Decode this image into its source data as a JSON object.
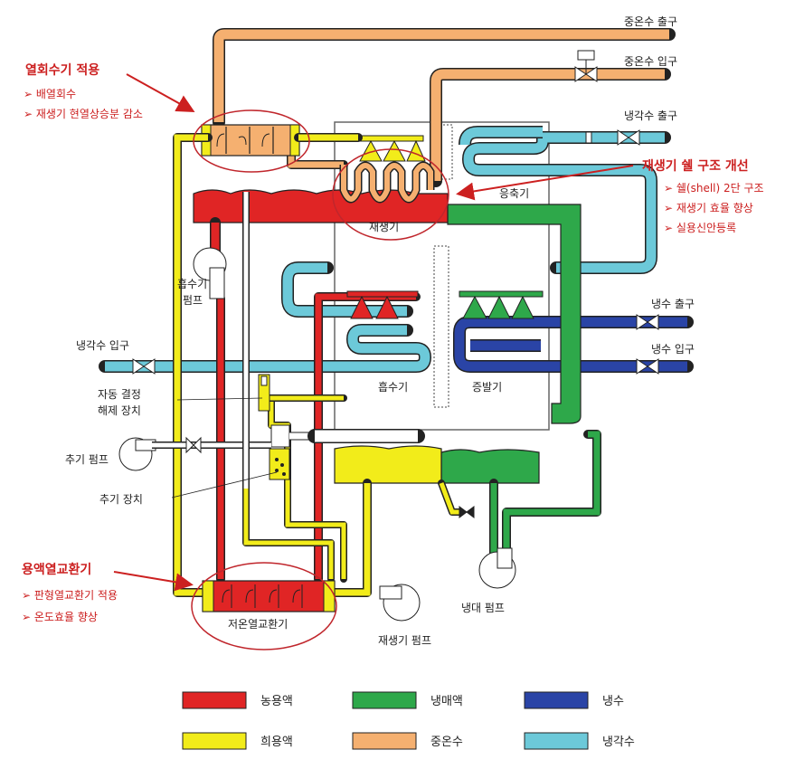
{
  "colors": {
    "concentrated": "#e02525",
    "refrigerant": "#2ea84a",
    "chilled": "#2a44a6",
    "dilute": "#f2ec1a",
    "hot_water": "#f5b070",
    "cooling": "#6cc9d9",
    "annotation": "#cc2020"
  },
  "labels": {
    "hot_water_out": "중온수 출구",
    "hot_water_in": "중온수 입구",
    "cooling_out": "냉각수 출구",
    "cooling_in": "냉각수 입구",
    "chilled_out": "냉수 출구",
    "chilled_in": "냉수 입구",
    "condenser": "응축기",
    "generator": "재생기",
    "absorber": "흡수기",
    "evaporator": "증발기",
    "absorbent_pump": "흡수기\n펌프",
    "auto_decrystal": "자동 결정\n해제 장치",
    "purge_pump": "추기 펌프",
    "purge_device": "추기 장치",
    "refrigerant_pump": "냉대 펌프",
    "generator_pump": "재생기 펌프",
    "low_temp_hx": "저온열교환기"
  },
  "annotations": {
    "heat_recovery": {
      "title": "열회수기 적용",
      "items": [
        "➢ 배열회수",
        "➢ 재생기 현열상승분 감소"
      ]
    },
    "generator_shell": {
      "title": "재생기 쉘 구조 개선",
      "items": [
        "➢ 쉘(shell) 2단 구조",
        "➢ 재생기 효율 향상",
        "➢ 실용신안등록"
      ]
    },
    "solution_hx": {
      "title": "용액열교환기",
      "items": [
        "➢ 판형열교환기 적용",
        "➢ 온도효율 향상"
      ]
    }
  },
  "legend": [
    {
      "label": "농용액",
      "color": "#e02525"
    },
    {
      "label": "냉매액",
      "color": "#2ea84a"
    },
    {
      "label": "냉수",
      "color": "#2a44a6"
    },
    {
      "label": "희용액",
      "color": "#f2ec1a"
    },
    {
      "label": "중온수",
      "color": "#f5b070"
    },
    {
      "label": "냉각수",
      "color": "#6cc9d9"
    }
  ]
}
